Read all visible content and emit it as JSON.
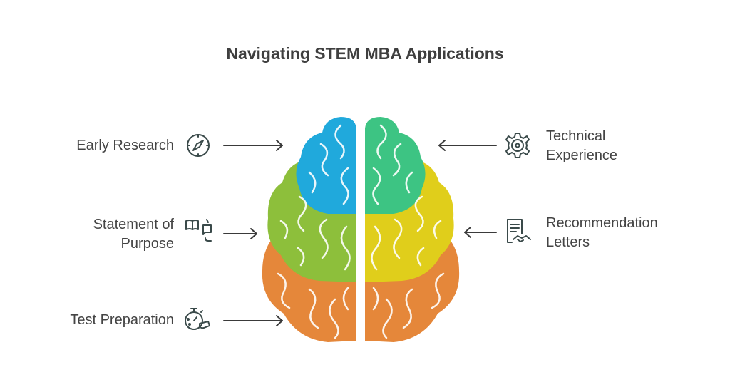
{
  "title": "Navigating STEM MBA Applications",
  "left_items": [
    {
      "lines": [
        "Early Research"
      ],
      "icon": "compass-icon"
    },
    {
      "lines": [
        "Statement of",
        "Purpose"
      ],
      "icon": "book-speech-icon"
    },
    {
      "lines": [
        "Test Preparation"
      ],
      "icon": "stopwatch-whistle-icon"
    }
  ],
  "right_items": [
    {
      "lines": [
        "Technical",
        "Experience"
      ],
      "icon": "gear-icon"
    },
    {
      "lines": [
        "Recommendation",
        "Letters"
      ],
      "icon": "document-handshake-icon"
    }
  ],
  "colors": {
    "blue": "#20A9DC",
    "teal": "#3DC483",
    "green": "#8DBF3B",
    "yellow": "#E0CE1B",
    "orange": "#E5873A",
    "text": "#444444",
    "stroke": "#3a4a4a"
  }
}
